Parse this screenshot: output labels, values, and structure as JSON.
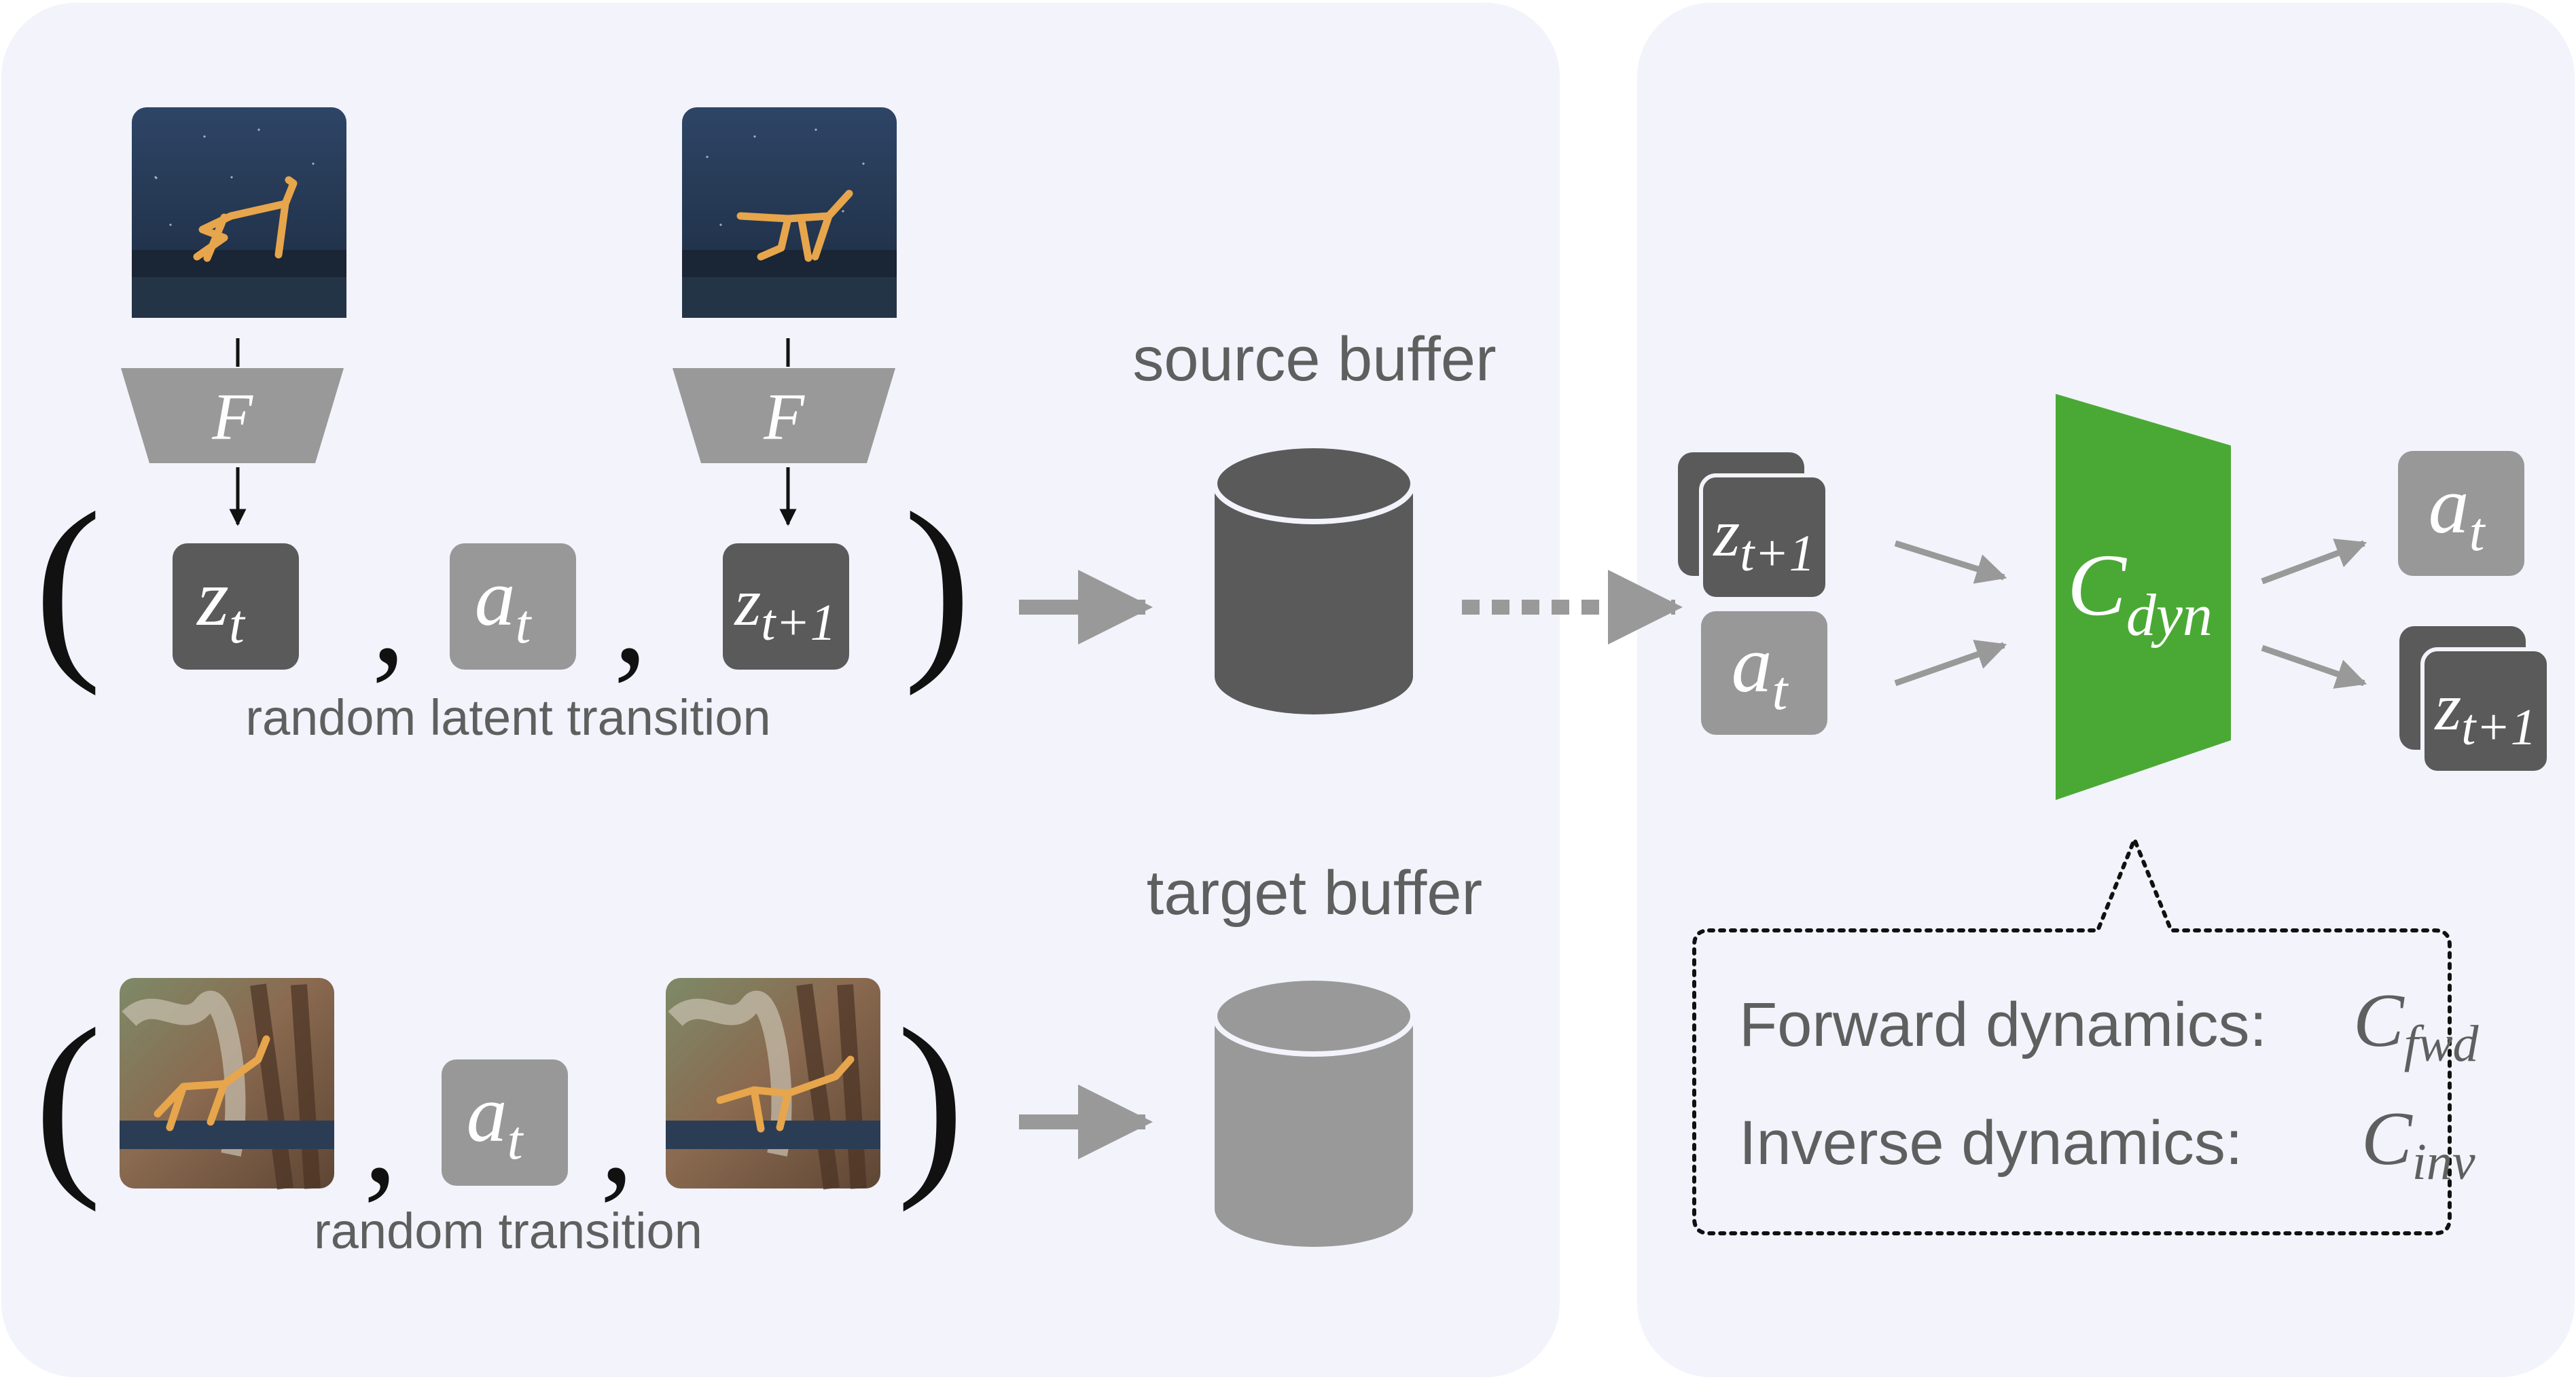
{
  "colors": {
    "panel_bg": "#f2f3fb",
    "dark_box": "#5a5a5a",
    "light_box": "#989898",
    "encoder": "#999999",
    "dynamics_model": "#4aa935",
    "arrow": "#999999",
    "label_text": "#5f5f5f"
  },
  "source_section": {
    "buffer_label": "source buffer",
    "caption": "random latent transition",
    "encoder_label": "F",
    "tuple": {
      "open_paren": "(",
      "close_paren": ")",
      "comma": ",",
      "z_t": {
        "base": "z",
        "sub": "t"
      },
      "a_t": {
        "base": "a",
        "sub": "t"
      },
      "z_t1": {
        "base": "z",
        "sub": "t+1"
      }
    },
    "icons": [
      "cheetah-robot-dark-background-image",
      "cheetah-robot-dark-background-image-next"
    ]
  },
  "target_section": {
    "buffer_label": "target buffer",
    "caption": "random transition",
    "tuple": {
      "open_paren": "(",
      "close_paren": ")",
      "comma": ",",
      "a_t": {
        "base": "a",
        "sub": "t"
      }
    },
    "icons": [
      "cheetah-robot-distracting-background-image",
      "cheetah-robot-distracting-background-image-next"
    ]
  },
  "dynamics_section": {
    "inputs": {
      "z_t1": {
        "base": "z",
        "sub": "t+1"
      },
      "a_t": {
        "base": "a",
        "sub": "t"
      }
    },
    "model": {
      "base": "C",
      "sub": "dyn"
    },
    "outputs": {
      "a_t": {
        "base": "a",
        "sub": "t"
      },
      "z_t1": {
        "base": "z",
        "sub": "t+1"
      }
    },
    "callout": {
      "forward_label": "Forward dynamics:",
      "forward_symbol": {
        "base": "C",
        "sub": "fwd"
      },
      "inverse_label": "Inverse dynamics:",
      "inverse_symbol": {
        "base": "C",
        "sub": "inv"
      }
    }
  }
}
